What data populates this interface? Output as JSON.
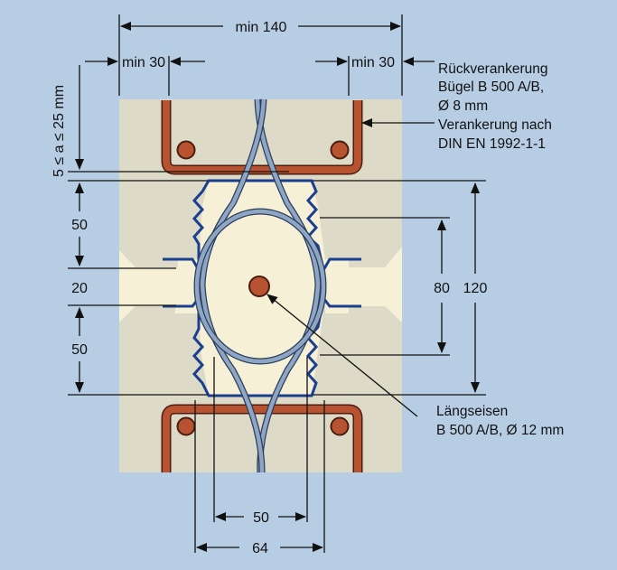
{
  "colors": {
    "background": "#b7cde3",
    "concrete": "#dddbc8",
    "joint": "#f6f0d6",
    "stirrup": "#b75330",
    "stirrup_outline": "#4a1d10",
    "strand": "#8ea6c4",
    "profile": "#1a3f8f",
    "dimension": "#111111"
  },
  "dimensions": {
    "top_width": "min 140",
    "left_edge": "min 30",
    "right_edge": "min 30",
    "cover_range": "5 ≤ a ≤ 25 mm",
    "upper_height": "50",
    "joint_gap": "20",
    "lower_height": "50",
    "inner_loop": "80",
    "outer_loop": "120",
    "inner_width": "50",
    "outer_width": "64"
  },
  "annotations": {
    "back_anchor": [
      "Rückverankerung",
      "Bügel B 500 A/B,",
      "Ø 8 mm",
      "Verankerung nach",
      "DIN EN 1992-1-1"
    ],
    "longitudinal_bar": [
      "Längseisen",
      "B 500 A/B, Ø 12 mm"
    ]
  }
}
